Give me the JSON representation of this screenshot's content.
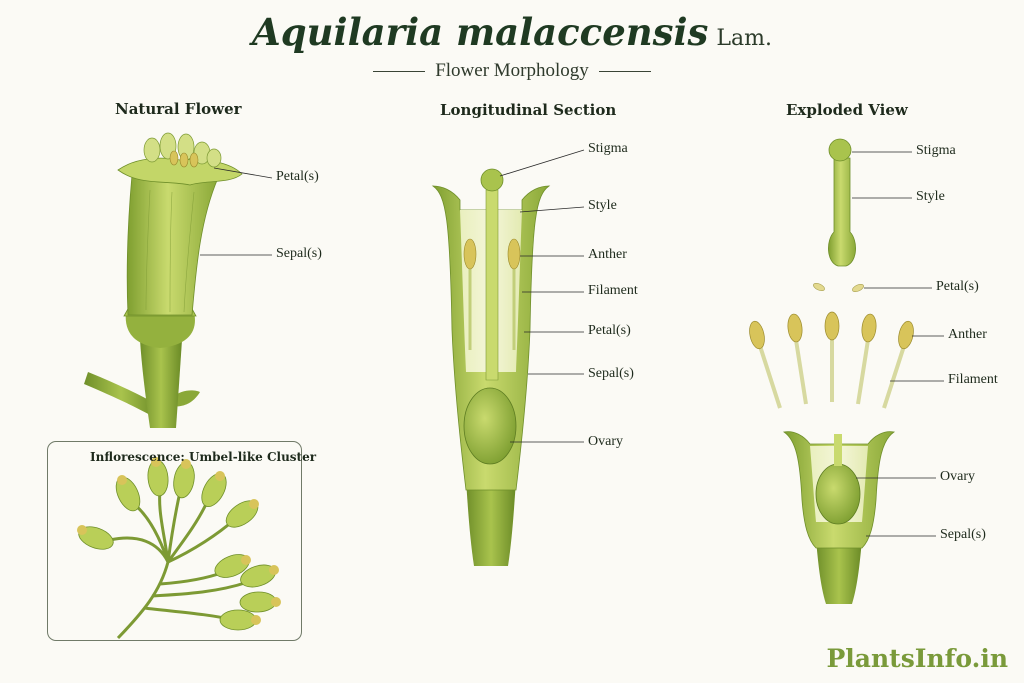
{
  "title": {
    "species": "Aquilaria malaccensis",
    "author": "Lam."
  },
  "subtitle": "Flower Morphology",
  "panels": {
    "natural": {
      "heading": "Natural Flower",
      "labels": {
        "petal": "Petal(s)",
        "sepal": "Sepal(s)"
      }
    },
    "section": {
      "heading": "Longitudinal Section",
      "labels": {
        "stigma": "Stigma",
        "style": "Style",
        "anther": "Anther",
        "filament": "Filament",
        "petal": "Petal(s)",
        "sepal": "Sepal(s)",
        "ovary": "Ovary"
      }
    },
    "exploded": {
      "heading": "Exploded View",
      "labels": {
        "stigma": "Stigma",
        "style": "Style",
        "petal": "Petal(s)",
        "anther": "Anther",
        "filament": "Filament",
        "ovary": "Ovary",
        "sepal": "Sepal(s)"
      }
    },
    "inflorescence": {
      "title": "Inflorescence: Umbel-like Cluster"
    }
  },
  "brand": "PlantsInfo.in",
  "colors": {
    "tissue_light": "#cfdc7a",
    "tissue": "#a9c34d",
    "tissue_dark": "#6f8f2a",
    "anther": "#d8c45a",
    "leader": "#2a2a2a",
    "brand": "#7a9a3a"
  }
}
